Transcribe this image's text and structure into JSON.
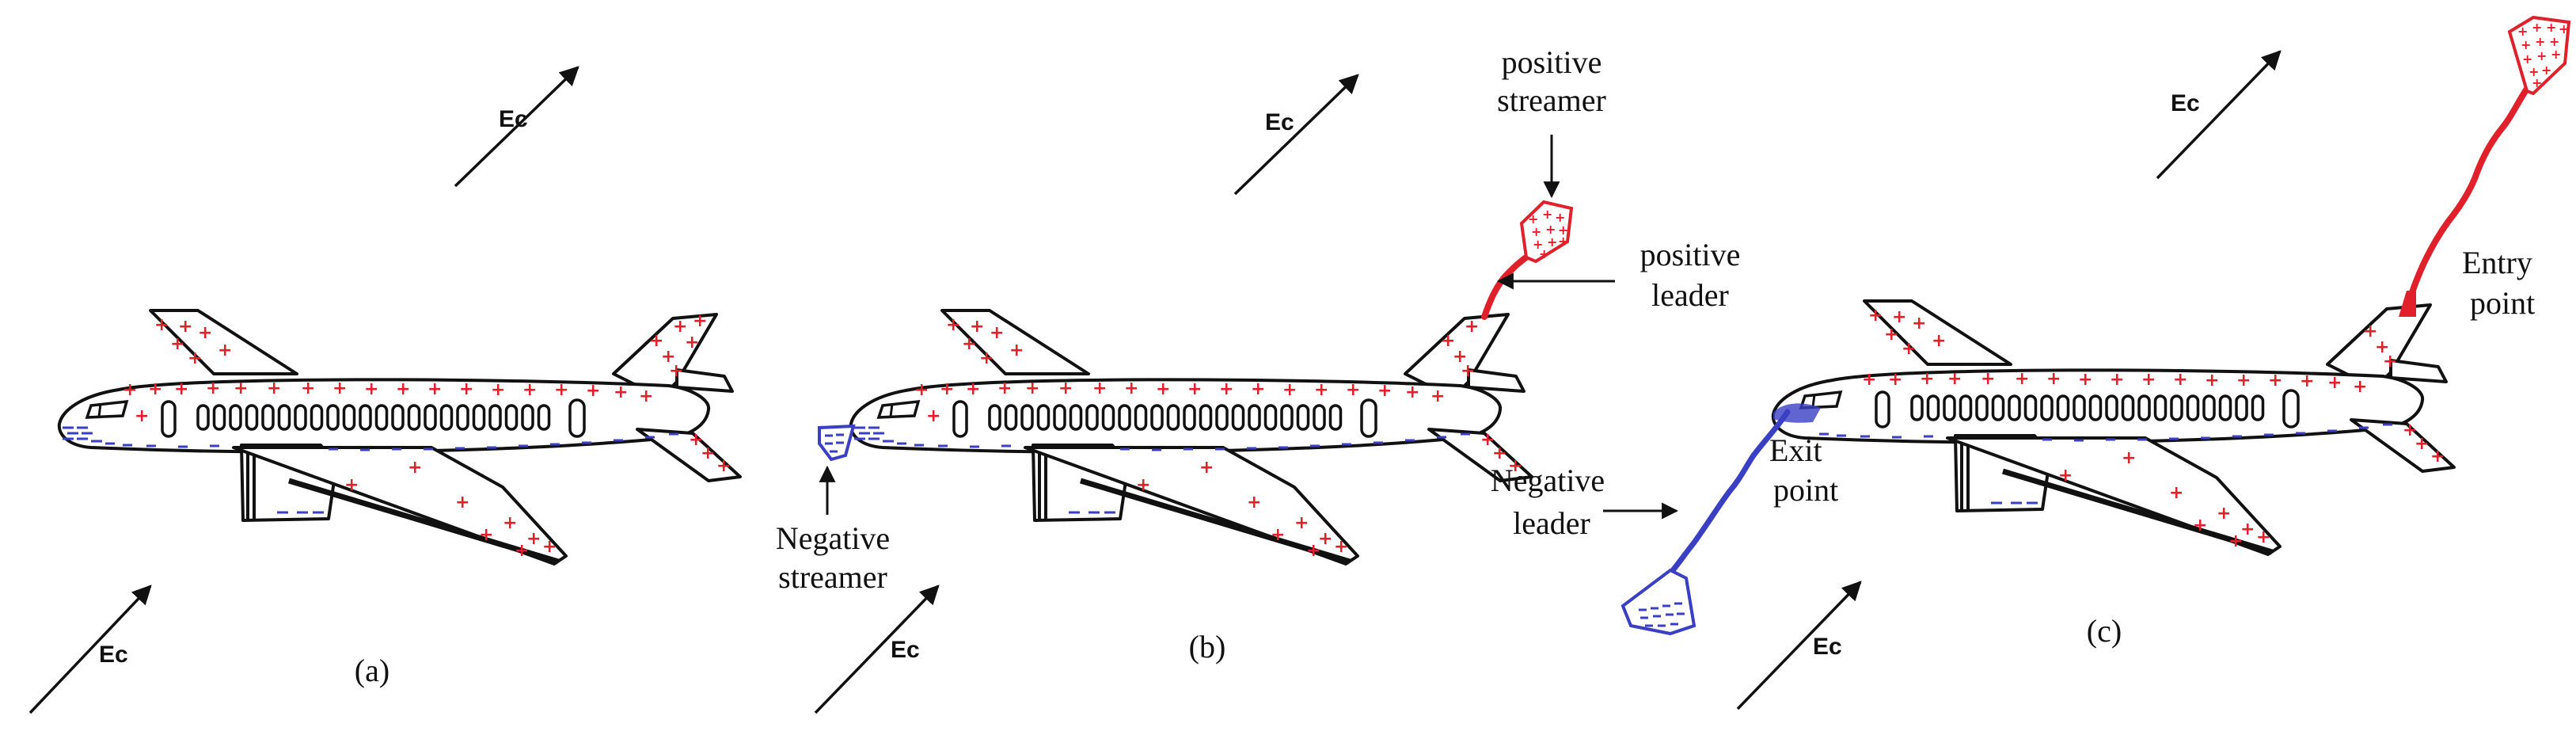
{
  "colors": {
    "positive": "#e0202a",
    "negative": "#3a3fc4",
    "ink": "#111111"
  },
  "field_label": "Ec",
  "panels": [
    {
      "id": "a",
      "caption": "(a)"
    },
    {
      "id": "b",
      "caption": "(b)",
      "labels": {
        "positive_streamer": [
          "positive",
          "streamer"
        ],
        "positive_leader": [
          "positive",
          "leader"
        ],
        "negative_streamer": [
          "Negative",
          "streamer"
        ]
      }
    },
    {
      "id": "c",
      "caption": "(c)",
      "labels": {
        "entry_point": [
          "Entry",
          "point"
        ],
        "exit_point": [
          "Exit",
          "point"
        ],
        "negative_leader": [
          "Negative",
          "leader"
        ]
      }
    }
  ]
}
